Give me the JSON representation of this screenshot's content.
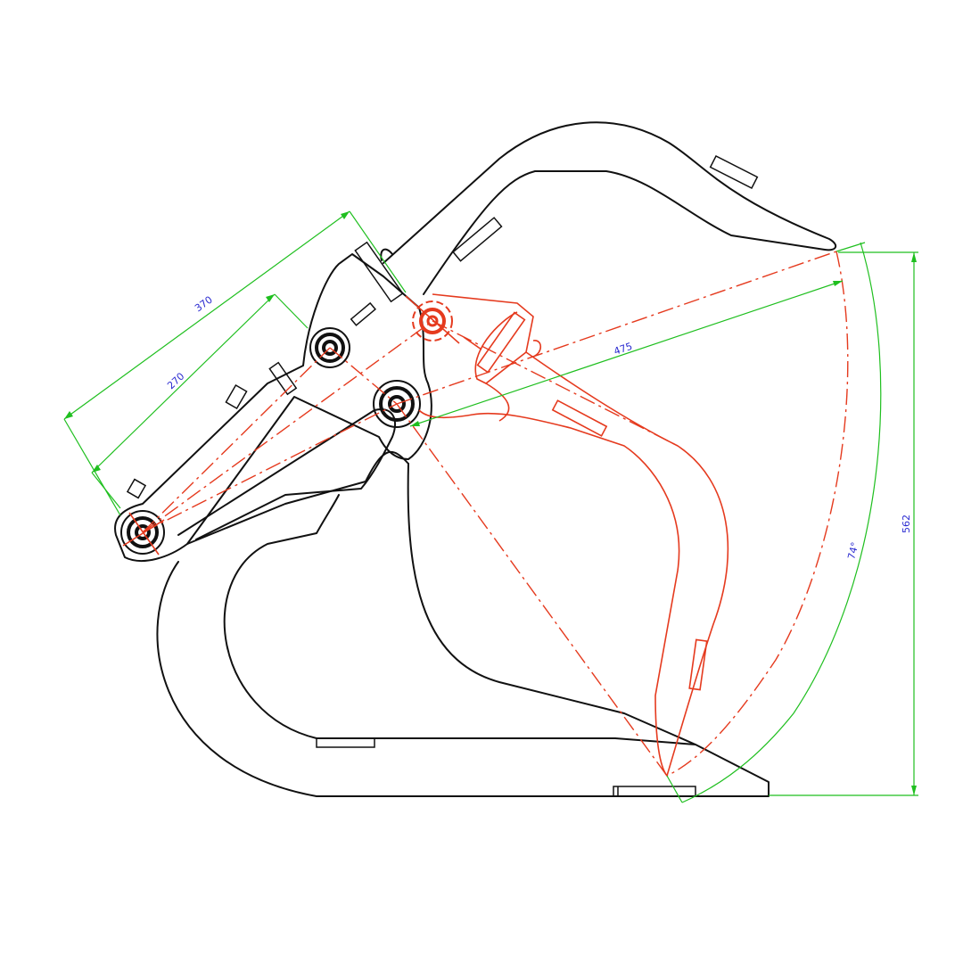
{
  "drawing": {
    "colors": {
      "outline": "#111111",
      "alternate_position": "#e53a1e",
      "dimension_lines": "#1fbf1f",
      "dimension_text": "#2a2ad0"
    },
    "dimensions": {
      "upper_link_length": "370",
      "lower_link_length": "270",
      "jaw_reach": "475",
      "opening_angle": "74°",
      "opening_height": "562"
    }
  }
}
